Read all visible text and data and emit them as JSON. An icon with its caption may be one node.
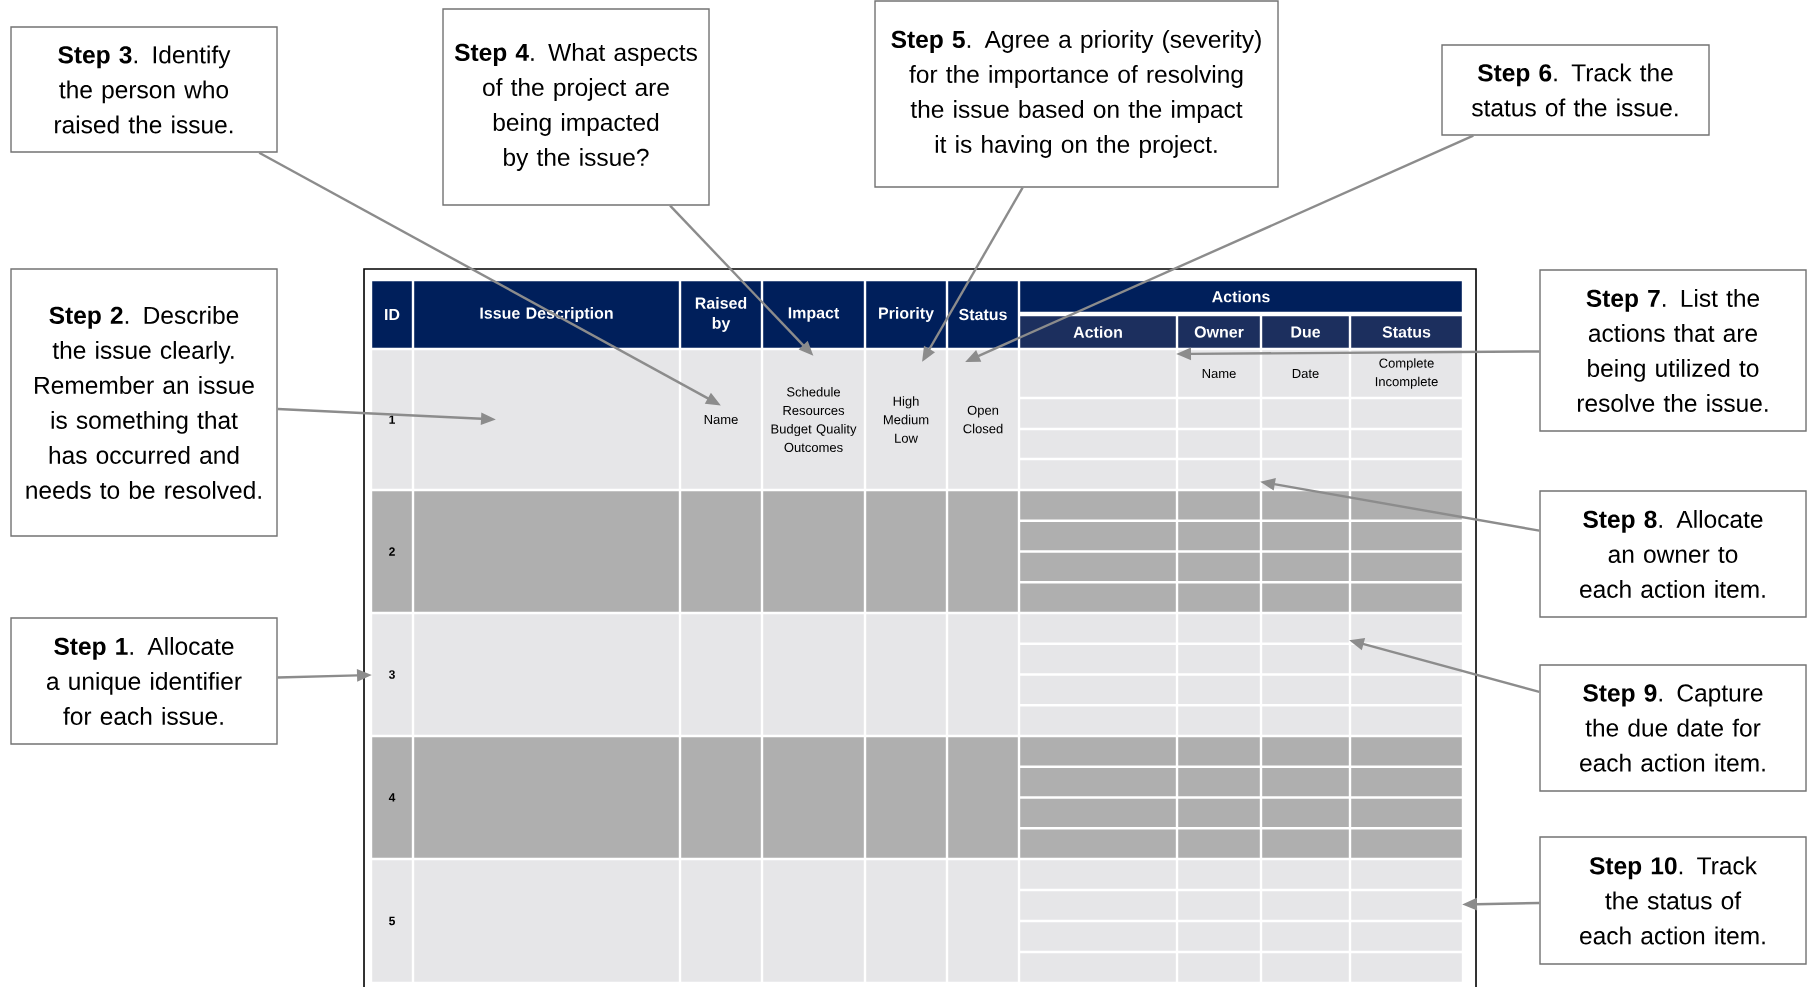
{
  "diagram": {
    "nodes": [
      {
        "text": [
          "**Step 1**. Allocate a unique identifier for each issue."
        ]
      },
      {
        "text": [
          "**Step 2**. Describe the issue clearly. Remember an issue is something that has occurred and needs to be resolved."
        ]
      },
      {
        "text": [
          "**Step 3**. Identify the person who raised the issue."
        ]
      },
      {
        "text": [
          "**Step 4**. What aspects of the project are being impacted by the issue?"
        ]
      },
      {
        "text": [
          "**Step 5**. Agree a priority (severity) for the importance of resolving the issue based on the impact it is having on the project."
        ]
      },
      {
        "text": [
          "**Step 6**. Track the status of the issue."
        ]
      },
      {
        "text": [
          "**Step 7**. List the actions that are being utilized to resolve the issue."
        ]
      },
      {
        "text": [
          "**Step 8**. Allocate an owner to each action item."
        ]
      },
      {
        "text": [
          "**Step 9**. Capture the due date for each action item."
        ]
      },
      {
        "text": [
          "**Step 10**. Track the status of each action item."
        ]
      },
      {
        "text": [],
        "shape": "box"
      },
      {
        "text": [
          "Name"
        ]
      },
      {
        "text": [
          "Schedule Resources Budget Quality Outcomes"
        ]
      },
      {
        "text": [
          "High Medium Low"
        ]
      },
      {
        "text": [
          "Open Closed"
        ]
      },
      {
        "text": [],
        "shape": "box"
      },
      {
        "text": [],
        "shape": "box"
      },
      {
        "text": [
          "3"
        ]
      },
      {
        "text": [],
        "shape": "box"
      },
      {
        "text": [],
        "shape": "box"
      }
    ],
    "edges": [
      {
        "from": 0,
        "to": 17,
        "arrow": "to"
      },
      {
        "from": 1,
        "to": 10,
        "arrow": "to"
      },
      {
        "from": 2,
        "to": 11,
        "arrow": "to"
      },
      {
        "from": 3,
        "to": 12,
        "arrow": "to"
      },
      {
        "from": 4,
        "to": 13,
        "arrow": "to"
      },
      {
        "from": 5,
        "to": 14,
        "arrow": "to"
      },
      {
        "from": 6,
        "to": 15,
        "arrow": "to"
      },
      {
        "from": 7,
        "to": 16,
        "arrow": "to"
      },
      {
        "from": 8,
        "to": 18,
        "arrow": "to"
      },
      {
        "from": 9,
        "to": 19,
        "arrow": "to"
      }
    ],
    "labels": [
      "ID",
      "Issue Description",
      "Raised by",
      "Impact",
      "Priority",
      "Status",
      "Actions",
      "Action",
      "Owner",
      "Due",
      "Status",
      "1",
      "Name",
      "Date",
      "Complete Incomplete",
      "2",
      "4",
      "5"
    ]
  }
}
